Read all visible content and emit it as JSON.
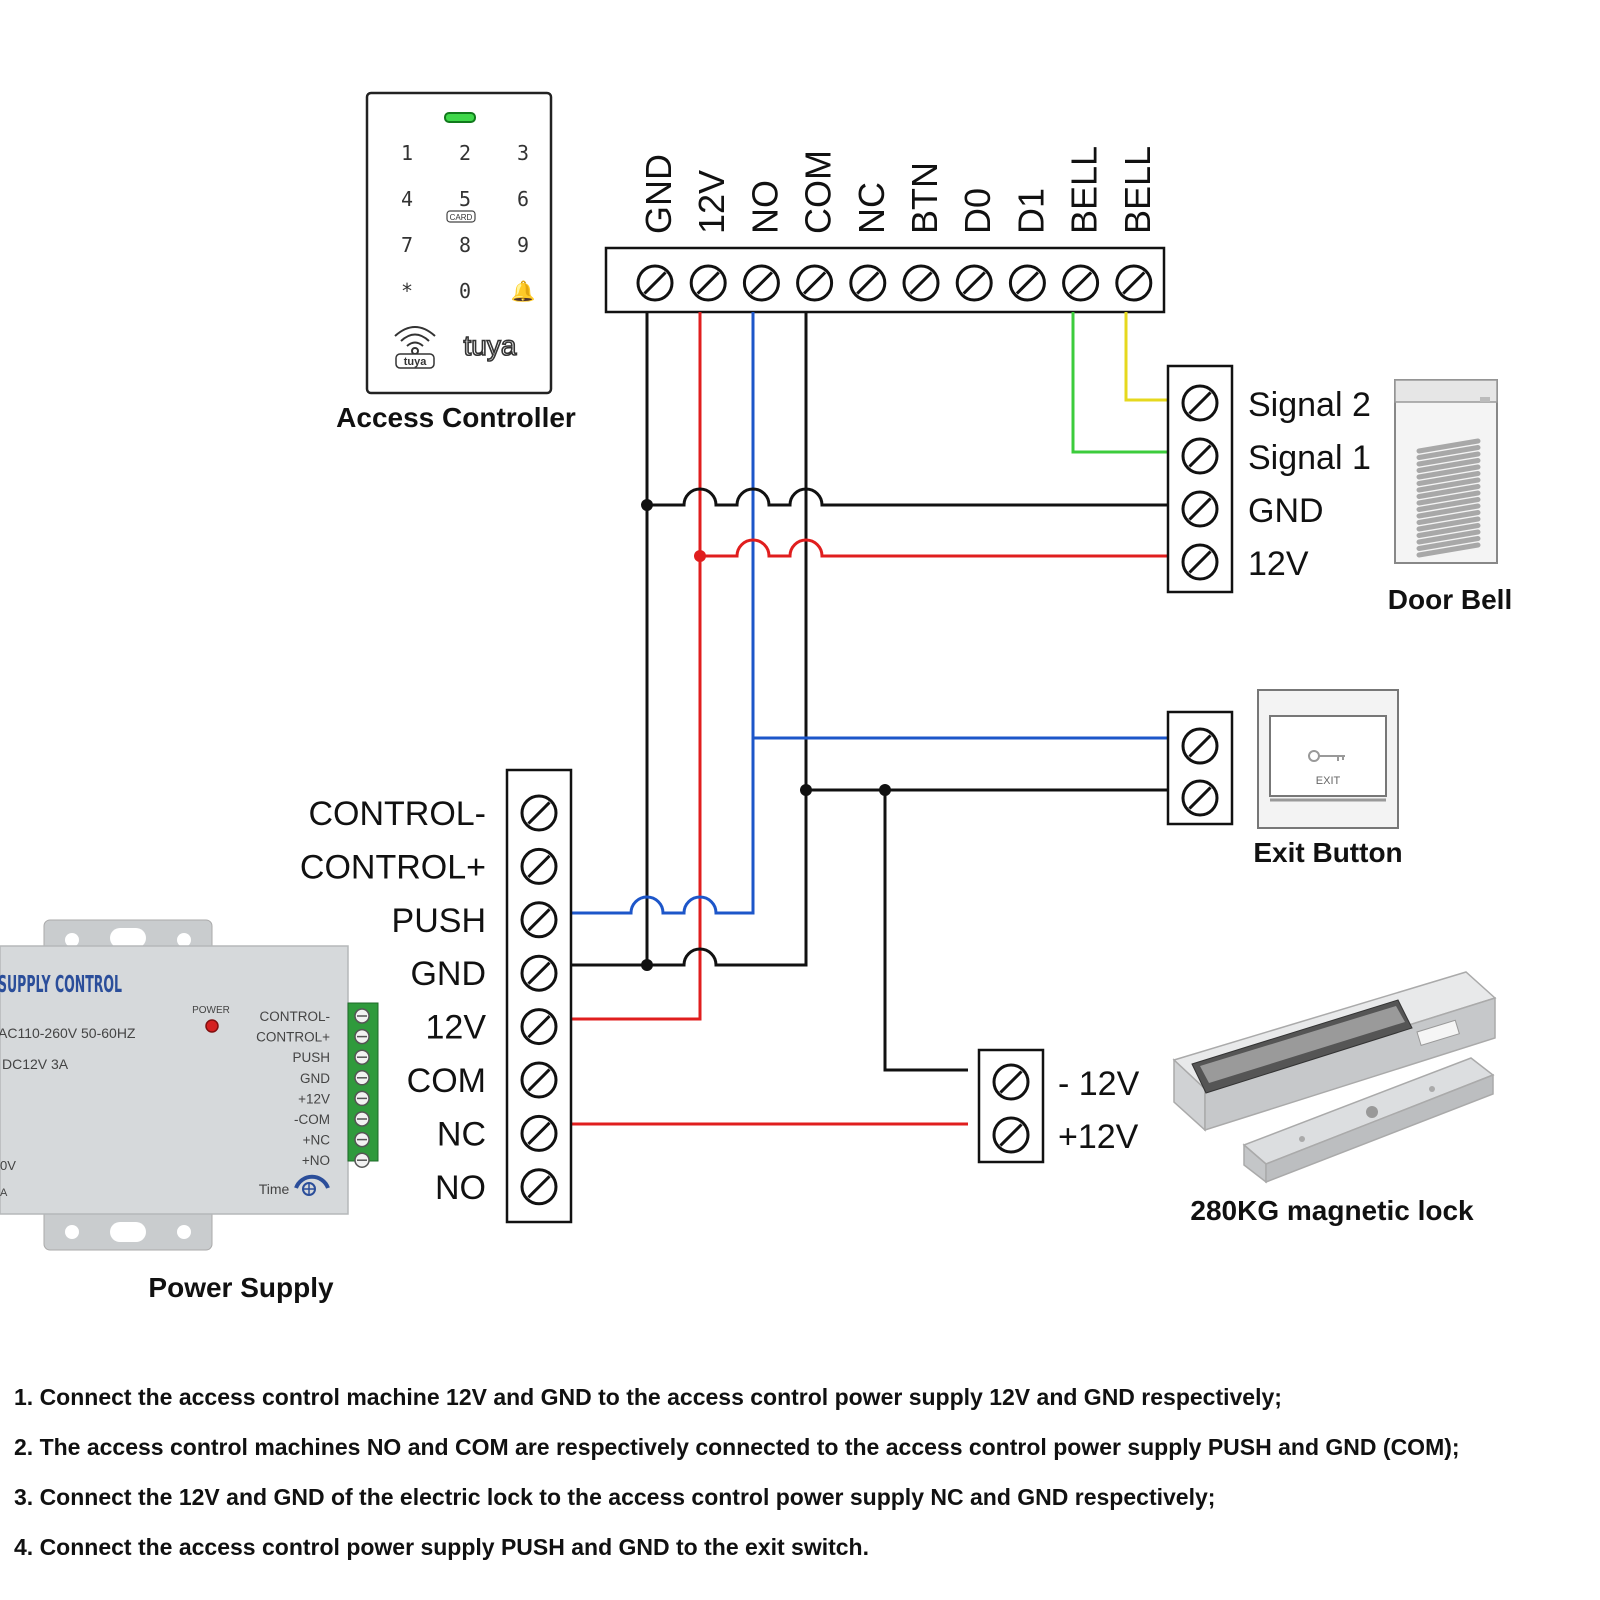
{
  "controller": {
    "caption": "Access Controller",
    "keys": [
      "1",
      "2",
      "3",
      "4",
      "5",
      "6",
      "7",
      "8",
      "9",
      "*",
      "0",
      "🔔"
    ],
    "card_badge": "CARD",
    "logo_text": "tuya",
    "logo_small": "tuya",
    "terminals": [
      "GND",
      "12V",
      "NO",
      "COM",
      "NC",
      "BTN",
      "D0",
      "D1",
      "BELL",
      "BELL"
    ]
  },
  "doorbell": {
    "caption": "Door Bell",
    "terminals": [
      "Signal 2",
      "Signal 1",
      "GND",
      "12V"
    ]
  },
  "exit_button": {
    "caption": "Exit Button",
    "face_label": "EXIT"
  },
  "power_supply": {
    "caption": "Power Supply",
    "terminals": [
      "CONTROL-",
      "CONTROL+",
      "PUSH",
      "GND",
      "12V",
      "COM",
      "NC",
      "NO"
    ],
    "body": {
      "title": "SUPPLY CONTROL",
      "line1": "AC110-260V 50-60HZ",
      "line2": "DC12V  3A",
      "line3": "0V",
      "line4": "A",
      "power_label": "POWER",
      "time_label": "Time",
      "side_labels": [
        "CONTROL-",
        "CONTROL+",
        "PUSH",
        "GND",
        "+12V",
        "-COM",
        "+NC",
        "+NO"
      ]
    }
  },
  "lock": {
    "caption": "280KG magnetic lock",
    "terminals": [
      "- 12V",
      "+12V"
    ]
  },
  "instructions": [
    "1. Connect the access control machine 12V and GND to the access control power supply 12V and GND respectively;",
    "2. The access control machines NO and COM are respectively connected to the access control power supply PUSH and GND (COM);",
    "3. Connect the 12V and GND of the electric lock to the access control power supply NC and GND respectively;",
    "4. Connect the access control power supply PUSH and GND to the exit switch."
  ]
}
